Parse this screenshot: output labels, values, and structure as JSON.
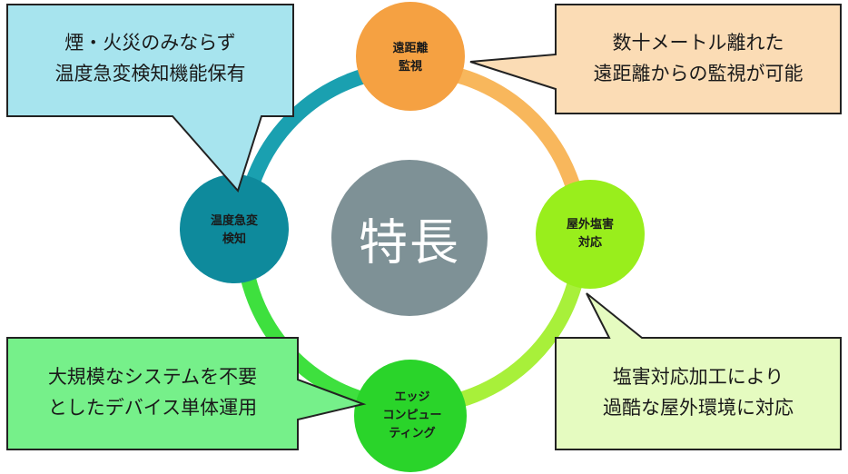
{
  "center": {
    "label": "特長"
  },
  "nodes": [
    {
      "id": "remote",
      "lines": [
        "遠距離",
        "監視"
      ],
      "color": "#f5a142"
    },
    {
      "id": "outdoor",
      "lines": [
        "屋外塩害",
        "対応"
      ],
      "color": "#99ee1c"
    },
    {
      "id": "edge",
      "lines": [
        "エッジ",
        "コンピュー",
        "ティング"
      ],
      "color": "#2ad42a"
    },
    {
      "id": "temp",
      "lines": [
        "温度急変",
        "検知"
      ],
      "color": "#0e8a9c"
    }
  ],
  "ring_colors": {
    "top_right": "#f8b75c",
    "bottom_right": "#a8f03a",
    "bottom_left": "#3ee03e",
    "top_left": "#1aa0b0"
  },
  "callouts": [
    {
      "id": "top-left",
      "lines": [
        "煙・火災のみならず",
        "温度急変検知機能保有"
      ],
      "fill": "#a7e4ee"
    },
    {
      "id": "top-right",
      "lines": [
        "数十メートル離れた",
        "遠距離からの監視が可能"
      ],
      "fill": "#fbdcb5"
    },
    {
      "id": "bottom-left",
      "lines": [
        "大規模なシステムを不要",
        "としたデバイス単体運用"
      ],
      "fill": "#76f08a"
    },
    {
      "id": "bottom-right",
      "lines": [
        "塩害対応加工により",
        "過酷な屋外環境に対応"
      ],
      "fill": "#e5fbc0"
    }
  ]
}
